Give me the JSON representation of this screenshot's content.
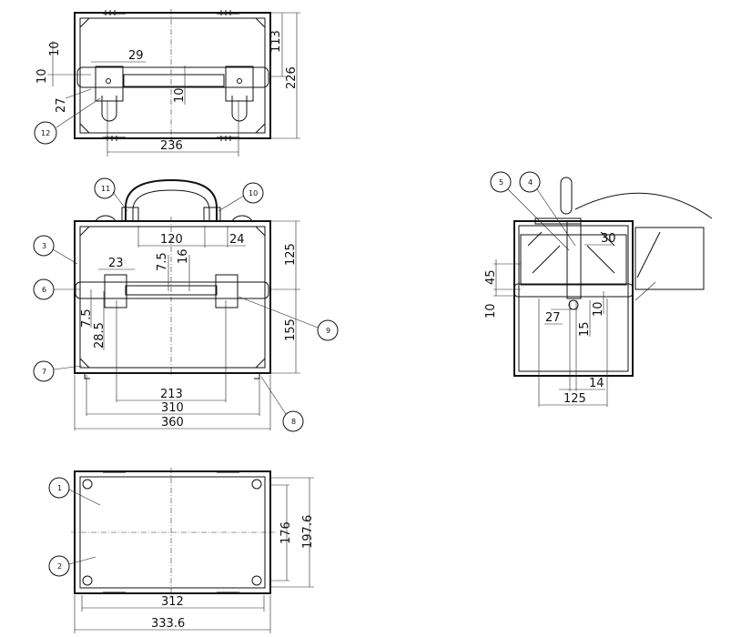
{
  "top_view": {
    "dims": {
      "d10a": "10",
      "d10b": "10",
      "d29": "29",
      "d27": "27",
      "d10c": "10",
      "d113": "113",
      "d226": "226",
      "d236": "236"
    },
    "callouts": {
      "c12": "12"
    }
  },
  "front_view": {
    "dims": {
      "d120": "120",
      "d24": "24",
      "d7_5a": "7.5",
      "d16": "16",
      "d23": "23",
      "d125": "125",
      "d155": "155",
      "d7_5b": "7.5",
      "d28_5": "28.5",
      "d213": "213",
      "d310": "310",
      "d360": "360"
    },
    "callouts": {
      "c11": "11",
      "c10": "10",
      "c3": "3",
      "c6": "6",
      "c7": "7",
      "c9": "9",
      "c8": "8"
    }
  },
  "bottom_view": {
    "dims": {
      "d176": "176",
      "d197_6": "197.6",
      "d312": "312",
      "d333_6": "333.6"
    },
    "callouts": {
      "c1": "1",
      "c2": "2"
    }
  },
  "side_view": {
    "dims": {
      "d30": "30",
      "d45": "45",
      "d10a": "10",
      "d27": "27",
      "d15": "15",
      "d10b": "10",
      "d14": "14",
      "d125": "125"
    },
    "callouts": {
      "c5": "5",
      "c4": "4"
    }
  }
}
